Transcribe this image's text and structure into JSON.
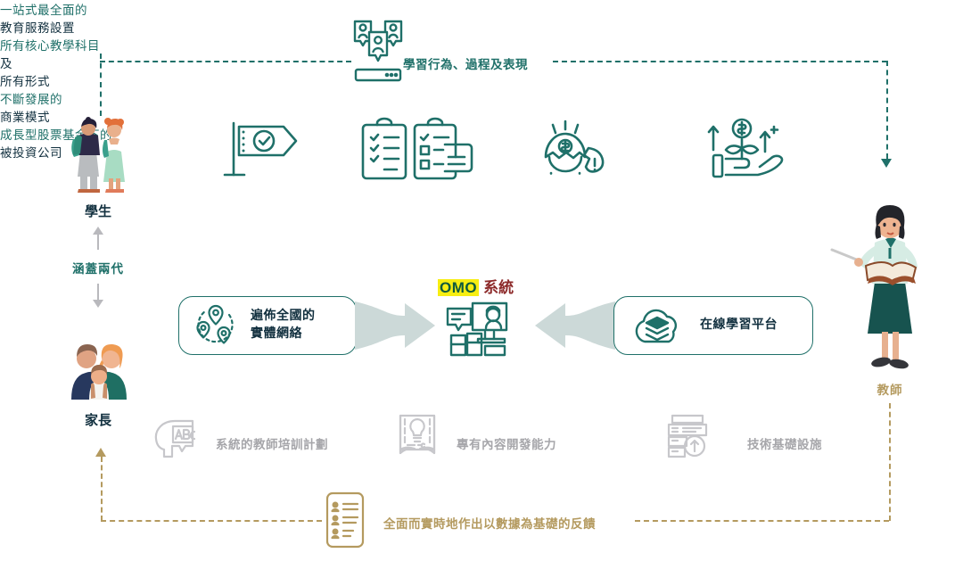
{
  "diagram": {
    "title_flow_top": "學習行為、過程及表現",
    "title_flow_bottom": "全面而實時地作出以數據為基礎的反饋",
    "colors": {
      "teal": "#1f7069",
      "dark_navy": "#12303f",
      "gold": "#b49a5f",
      "gray": "#a6a6aa",
      "highlight_yellow": "#f7ee12",
      "maroon": "#8d2a2a",
      "arrow_gray": "#ccd9d8"
    }
  },
  "actors": {
    "student": {
      "label": "學生",
      "icon": "students-illustration"
    },
    "parent": {
      "label": "家長",
      "icon": "parents-family-illustration"
    },
    "teacher": {
      "label": "教師",
      "icon": "teacher-illustration"
    },
    "generation_link": {
      "label": "涵蓋兩代"
    }
  },
  "features": [
    {
      "icon": "flag-check-icon",
      "lines": [
        "一站式最全面的",
        "教育服務設置"
      ]
    },
    {
      "icon": "clipboard-checklist-icon",
      "lines": [
        "所有核心教學科目",
        "及",
        "所有形式"
      ]
    },
    {
      "icon": "hatching-egg-dollar-icon",
      "lines": [
        "不斷發展的",
        "商業模式"
      ]
    },
    {
      "icon": "hand-money-plant-icon",
      "lines": [
        "成長型股票基金下的",
        "被投資公司"
      ]
    }
  ],
  "center": {
    "omo_label": "OMO",
    "omo_suffix": "系統",
    "icon": "omo-screen-chat-icon"
  },
  "channels": {
    "left": {
      "icon": "map-pins-network-icon",
      "lines": [
        "遍佈全國的",
        "實體網絡"
      ]
    },
    "right": {
      "icon": "cloud-books-icon",
      "lines": [
        "在線學習平台"
      ]
    }
  },
  "capabilities": [
    {
      "icon": "head-abc-icon",
      "label": "系統的教師培訓計劃"
    },
    {
      "icon": "book-lightbulb-icon",
      "label": "專有內容開發能力"
    },
    {
      "icon": "server-upload-icon",
      "label": "技術基礎設施"
    }
  ],
  "flows": {
    "top": {
      "icon": "video-conference-icon",
      "label": "學習行為、過程及表現",
      "color": "#1f7069"
    },
    "bottom": {
      "icon": "data-report-list-icon",
      "label": "全面而實時地作出以數據為基礎的反饋",
      "color": "#b49a5f"
    }
  }
}
